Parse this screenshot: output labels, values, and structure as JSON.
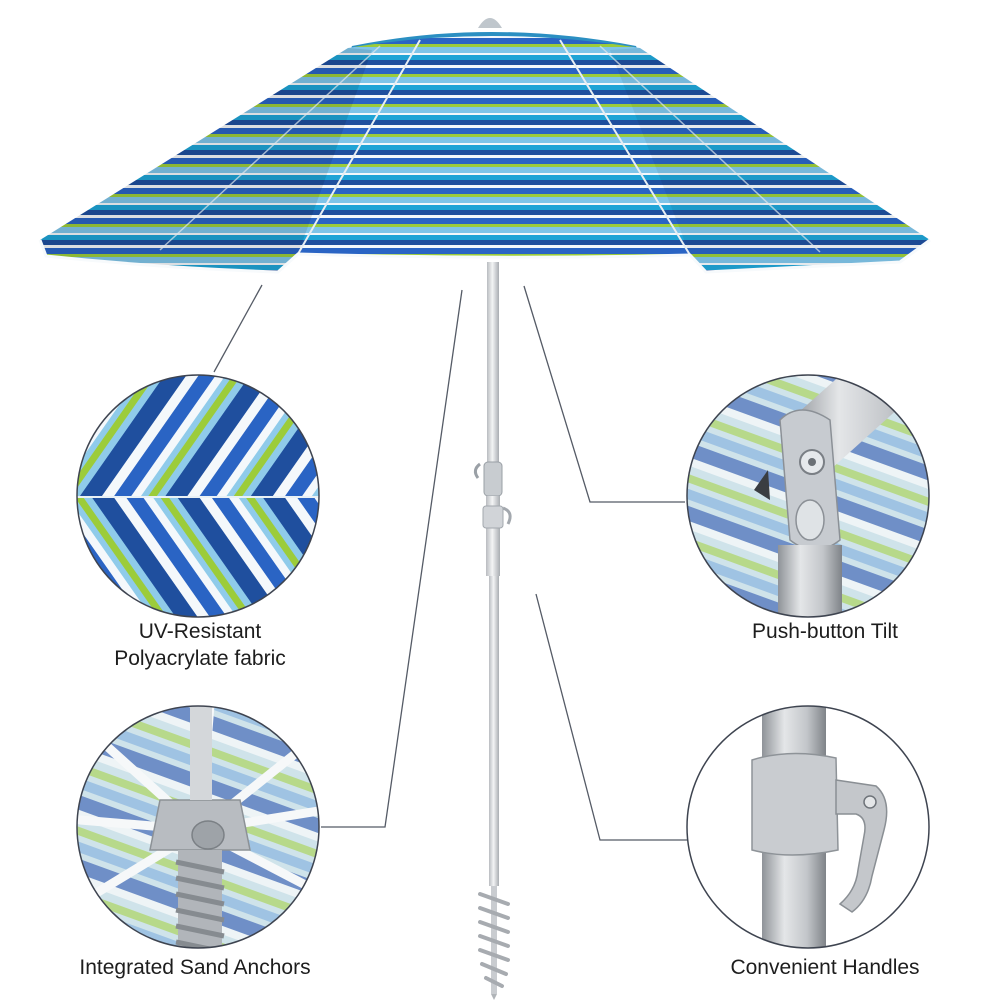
{
  "features": {
    "fabric": {
      "line1": "UV-Resistant",
      "line2": "Polyacrylate fabric"
    },
    "tilt": {
      "label": "Push-button Tilt"
    },
    "anchor": {
      "label": "Integrated Sand Anchors"
    },
    "handle": {
      "label": "Convenient Handles"
    }
  },
  "colors": {
    "navy": "#1f4f9e",
    "royal_blue": "#2a64c4",
    "teal": "#1fa4d6",
    "sky": "#7fc4e8",
    "lime": "#9ccc3a",
    "white_stripe": "#f4f8fb",
    "pole": "#d9dcdf",
    "callout_line": "#555b66"
  }
}
